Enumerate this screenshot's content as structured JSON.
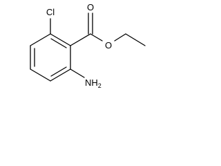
{
  "molecule": {
    "atoms": {
      "chlorine": "Cl",
      "carbonyl_oxygen": "O",
      "ester_oxygen": "O",
      "amino_prefix": "NH",
      "amino_subscript": "2"
    }
  }
}
